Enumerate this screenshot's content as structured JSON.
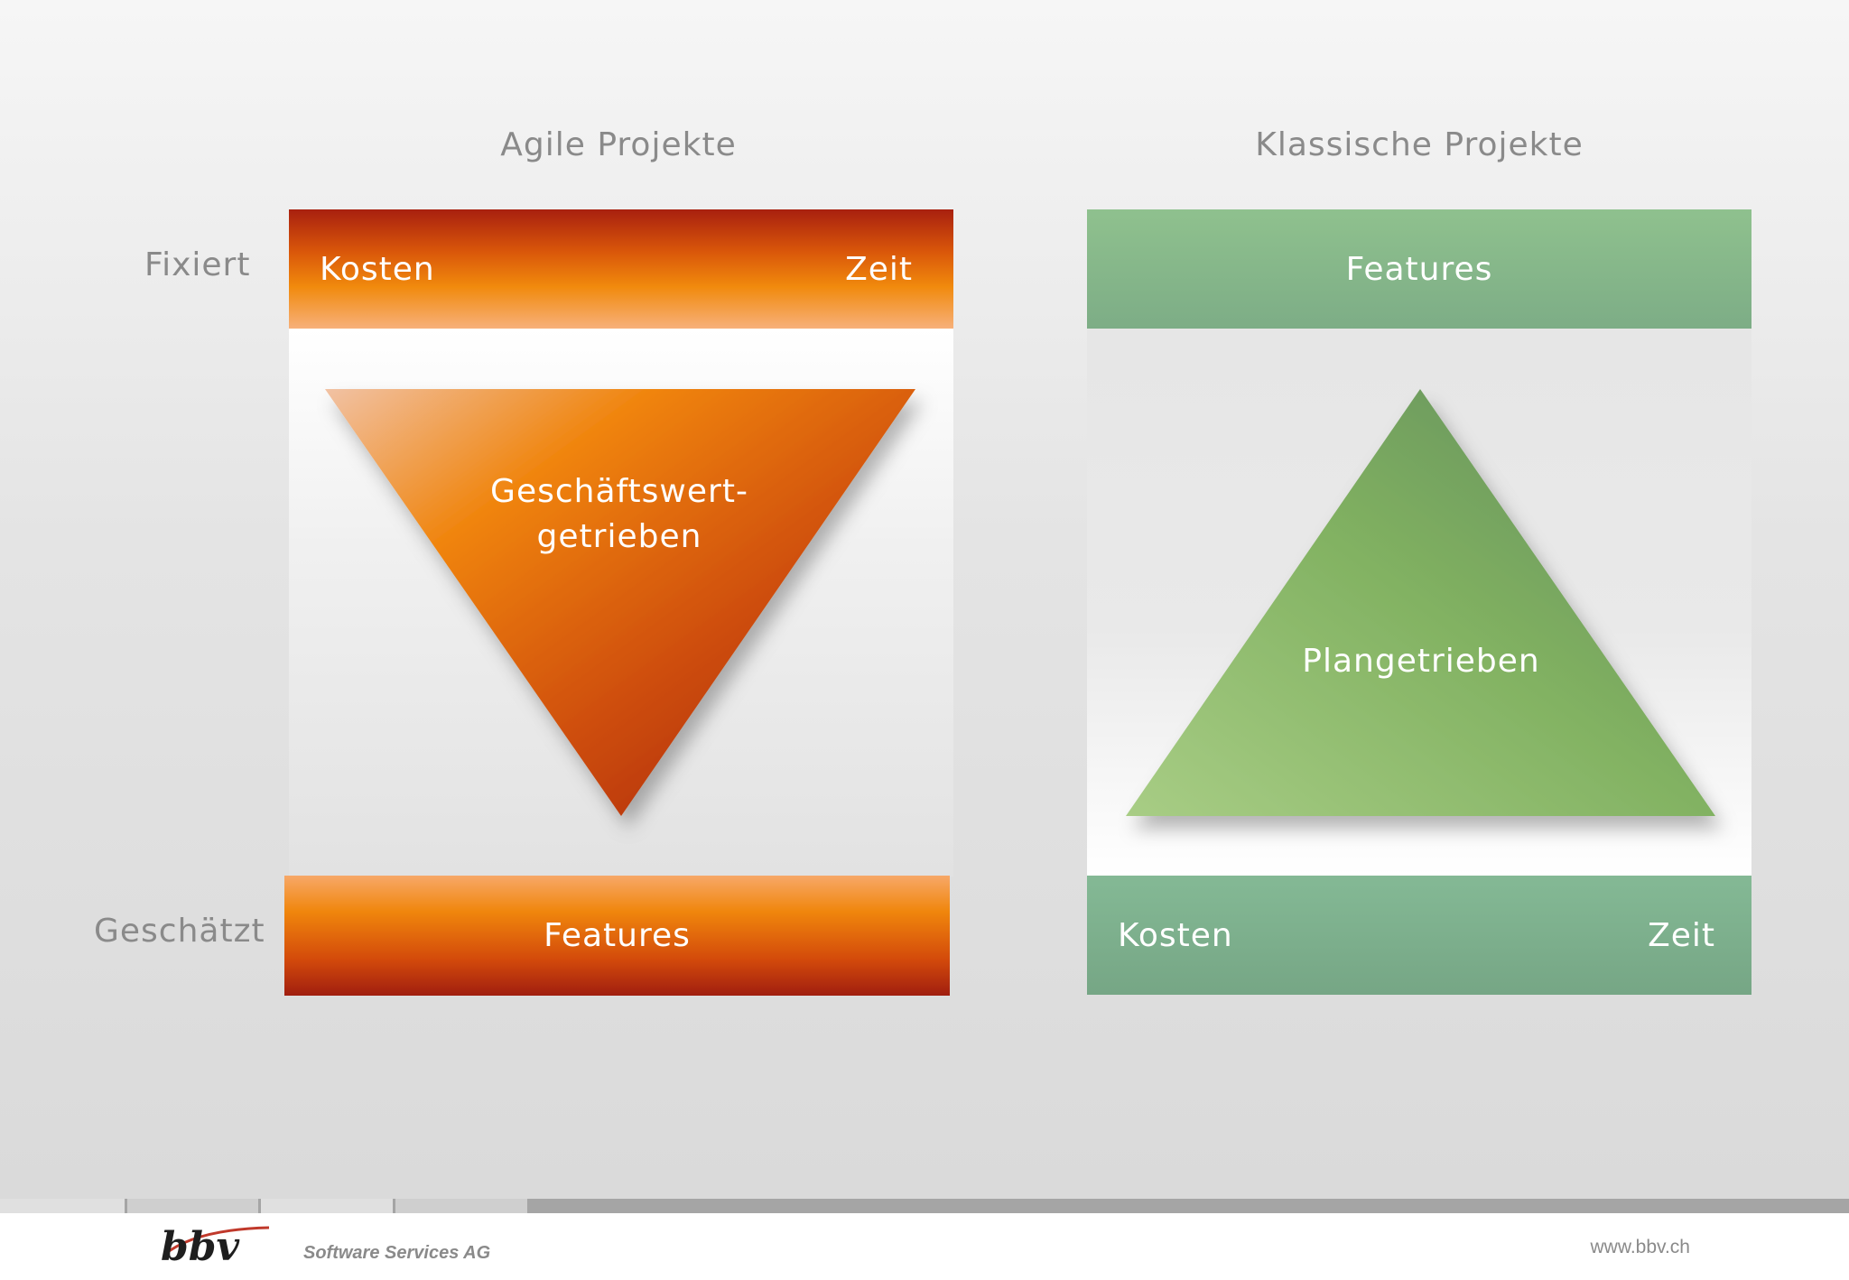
{
  "left": {
    "title": "Agile Projekte",
    "top_bar": {
      "left_label": "Kosten",
      "right_label": "Zeit"
    },
    "triangle_line1": "Geschäftswert-",
    "triangle_line2": "getrieben",
    "bottom_bar": {
      "label": "Features"
    }
  },
  "right": {
    "title": "Klassische Projekte",
    "top_bar": {
      "label": "Features"
    },
    "triangle_label": "Plangetrieben",
    "bottom_bar": {
      "left_label": "Kosten",
      "right_label": "Zeit"
    }
  },
  "row_labels": {
    "fixed": "Fixiert",
    "estimated": "Geschätzt"
  },
  "footer": {
    "brand": "bbv",
    "tagline": "Software Services AG",
    "url": "www.bbv.ch"
  },
  "colors": {
    "orange": "#f0860c",
    "dark_red": "#a01e0f",
    "green": "#7dad86",
    "grey_text": "#8a8a8a"
  },
  "progress": {
    "segments_total": 5,
    "segments_done": 4
  }
}
